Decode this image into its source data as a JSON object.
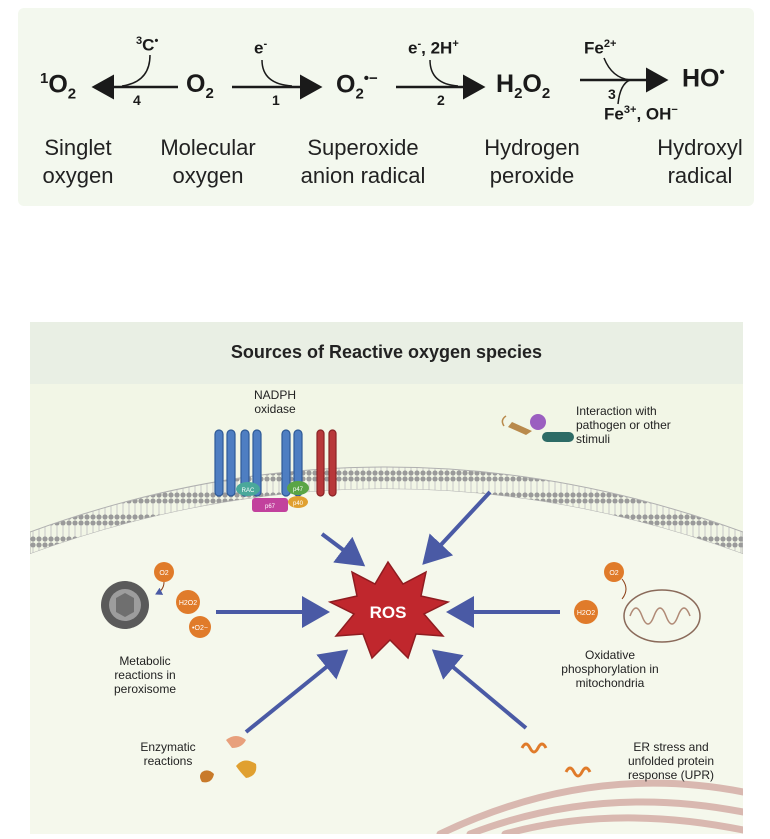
{
  "reaction": {
    "singlet_oxygen": "1O2",
    "molecular_oxygen": "O2",
    "superoxide": "O2•−",
    "hydrogen_peroxide": "H2O2",
    "hydroxyl": "HO•",
    "step4_reagent": "3C•",
    "step1_reagent": "e-",
    "step2_reagent": "e-, 2H+",
    "step3_reagent_in": "Fe2+",
    "step3_reagent_out": "Fe3+, OH−",
    "step_numbers": [
      "4",
      "1",
      "2",
      "3"
    ],
    "labels": {
      "singlet": [
        "Singlet",
        "oxygen"
      ],
      "molecular": [
        "Molecular",
        "oxygen"
      ],
      "superoxide": [
        "Superoxide",
        "anion radical"
      ],
      "peroxide": [
        "Hydrogen",
        "peroxide"
      ],
      "hydroxyl": [
        "Hydroxyl",
        "radical"
      ]
    }
  },
  "sources": {
    "title": "Sources of Reactive oxygen species",
    "center": "ROS",
    "nadph": [
      "NADPH",
      "oxidase"
    ],
    "nadph_subunits": [
      "RAC",
      "p47",
      "p40",
      "p67"
    ],
    "pathogen": [
      "Interaction with",
      "pathogen or other",
      "stimuli"
    ],
    "peroxisome": [
      "Metabolic",
      "reactions in",
      "peroxisome"
    ],
    "mitochondria": [
      "Oxidative",
      "phosphorylation in",
      "mitochondria"
    ],
    "enzymatic": [
      "Enzymatic",
      "reactions"
    ],
    "er": [
      "ER stress and",
      "unfolded protein",
      "response (UPR)"
    ],
    "bubble_o2": "O2",
    "bubble_h2o2": "H2O2",
    "bubble_superoxide": "•O2−"
  },
  "colors": {
    "arrow": "#4a5aa5",
    "ros": "#c0272d",
    "membrane": "#b9b9b9",
    "bubble": "#e07b2a",
    "receptor_blue": "#4e7ec2",
    "receptor_red": "#b8383a"
  }
}
